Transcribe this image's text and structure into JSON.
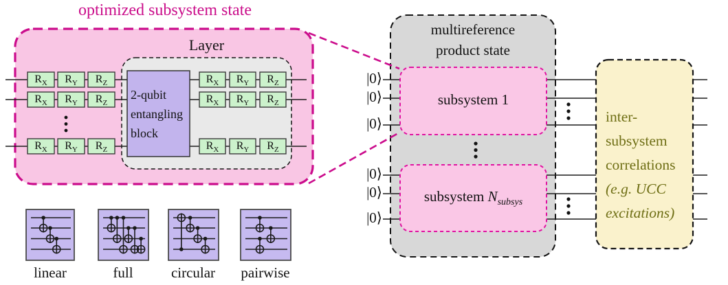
{
  "palette": {
    "magenta": "#ca0d8a",
    "pink_fill": "#f9c6e4",
    "pink_subsystem_fill": "#fac7e6",
    "pink_subsystem_stroke": "#e013a1",
    "green_gate_fill": "#ccf2cc",
    "purple_fill": "#c2b4ed",
    "purple_pattern_fill": "#c6baf0",
    "gray_outer_fill": "#d8d8d8",
    "gray_inner_fill": "#e9e9e9",
    "yellow_fill": "#faf2cc",
    "olive_text": "#6e6e14",
    "wire_color": "#1a1a1a"
  },
  "optimized_state": {
    "title": "optimized subsystem state",
    "layer_label": "Layer",
    "entangling_block_lines": [
      "2-qubit",
      "entangling",
      "block"
    ],
    "rotation_gates": [
      {
        "base": "R",
        "sub": "X"
      },
      {
        "base": "R",
        "sub": "Y"
      },
      {
        "base": "R",
        "sub": "Z"
      }
    ],
    "qubit_rows_shown": 3
  },
  "entanglement_patterns": [
    {
      "label": "linear",
      "cnots": [
        {
          "control": 0,
          "target": 1,
          "col": 0.33
        },
        {
          "control": 1,
          "target": 2,
          "col": 0.5
        },
        {
          "control": 2,
          "target": 3,
          "col": 0.66
        }
      ]
    },
    {
      "label": "full",
      "cnots": [
        {
          "control": 0,
          "target": 1,
          "col": 0.21
        },
        {
          "control": 0,
          "target": 2,
          "col": 0.35
        },
        {
          "control": 0,
          "target": 3,
          "col": 0.5
        },
        {
          "control": 1,
          "target": 2,
          "col": 0.62
        },
        {
          "control": 1,
          "target": 3,
          "col": 0.77
        },
        {
          "control": 2,
          "target": 3,
          "col": 0.92
        }
      ]
    },
    {
      "label": "circular",
      "cnots": [
        {
          "control": 3,
          "target": 0,
          "col": 0.21
        },
        {
          "control": 0,
          "target": 1,
          "col": 0.42
        },
        {
          "control": 1,
          "target": 2,
          "col": 0.6
        },
        {
          "control": 2,
          "target": 3,
          "col": 0.78
        }
      ]
    },
    {
      "label": "pairwise",
      "cnots": [
        {
          "control": 0,
          "target": 1,
          "col": 0.36
        },
        {
          "control": 2,
          "target": 3,
          "col": 0.36
        },
        {
          "control": 1,
          "target": 2,
          "col": 0.62
        }
      ]
    }
  ],
  "multireference": {
    "title_line1": "multireference",
    "title_line2": "product state",
    "ket_label": "|0⟩",
    "subsystem1_label": "subsystem 1",
    "subsystemN_prefix": "subsystem ",
    "subsystemN_var": "N",
    "subsystemN_subscript": "subsys"
  },
  "inter_subsystem": {
    "line1": "inter-",
    "line2": "subsystem",
    "line3": "correlations",
    "line4": "(e.g. UCC",
    "line5": "excitations)"
  }
}
